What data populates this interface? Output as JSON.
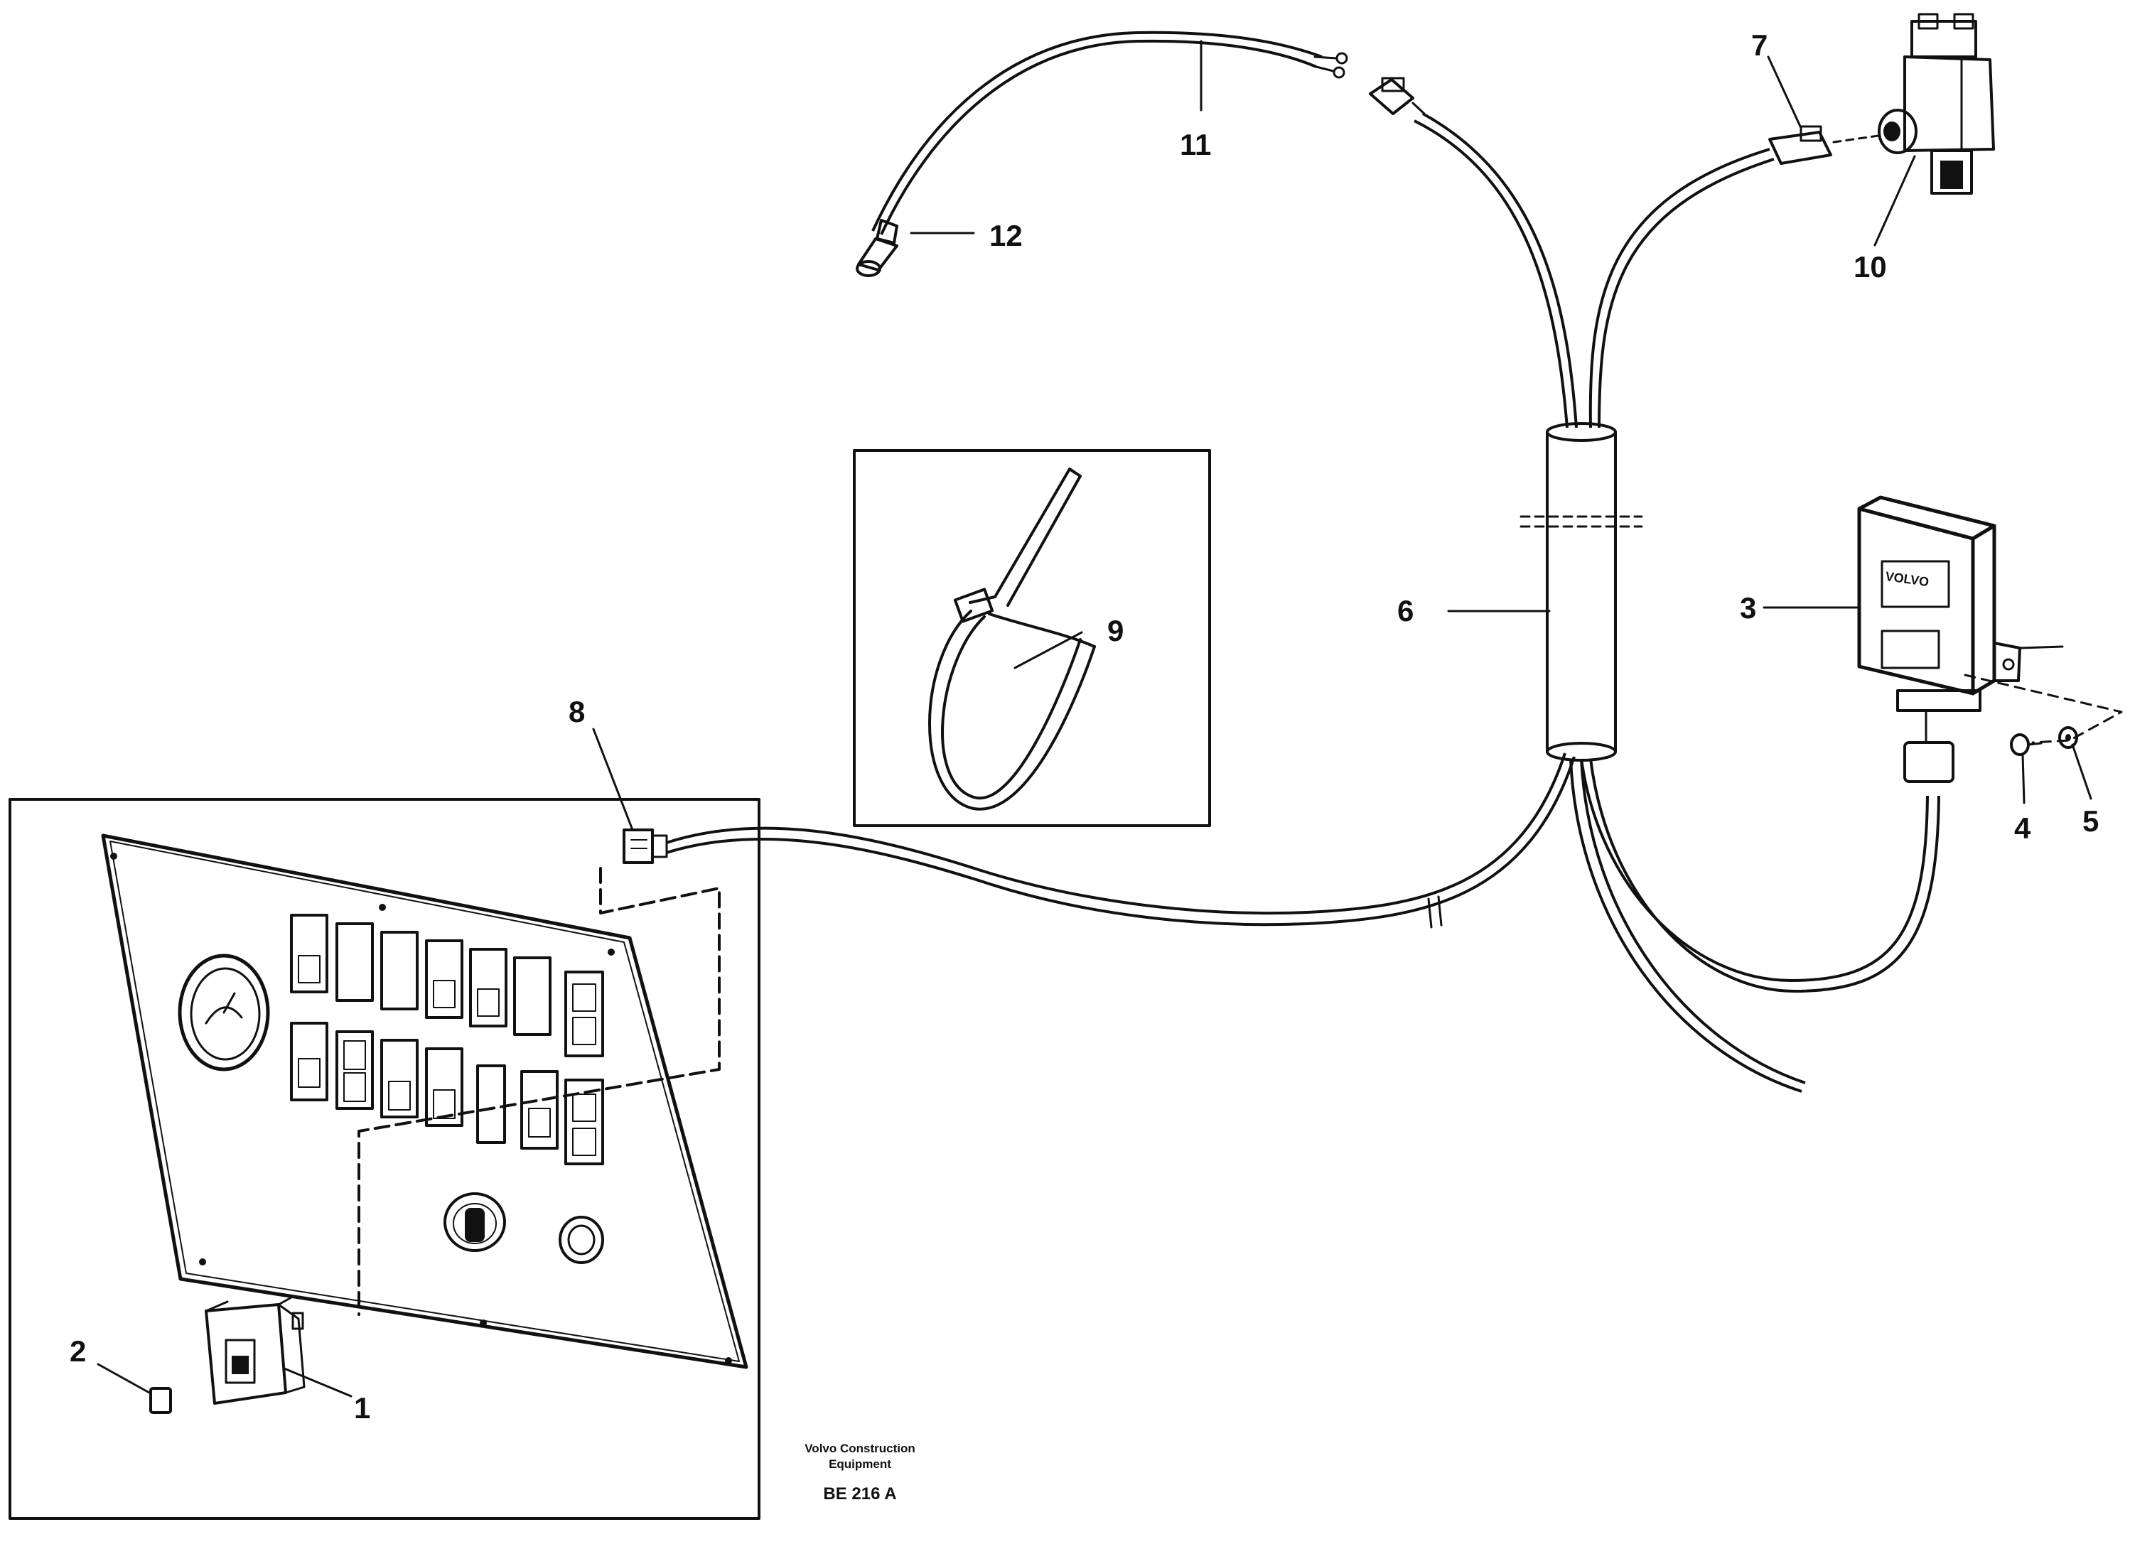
{
  "callouts": {
    "c1": "1",
    "c2": "2",
    "c3": "3",
    "c4": "4",
    "c5": "5",
    "c6": "6",
    "c7": "7",
    "c8": "8",
    "c9": "9",
    "c10": "10",
    "c11": "11",
    "c12": "12"
  },
  "credit": {
    "line1": "Volvo Construction",
    "line2": "Equipment"
  },
  "drawing_ref": "BE 216 A",
  "control_unit_logo": "VOLVO",
  "colors": {
    "ink": "#111111",
    "background": "#ffffff"
  }
}
